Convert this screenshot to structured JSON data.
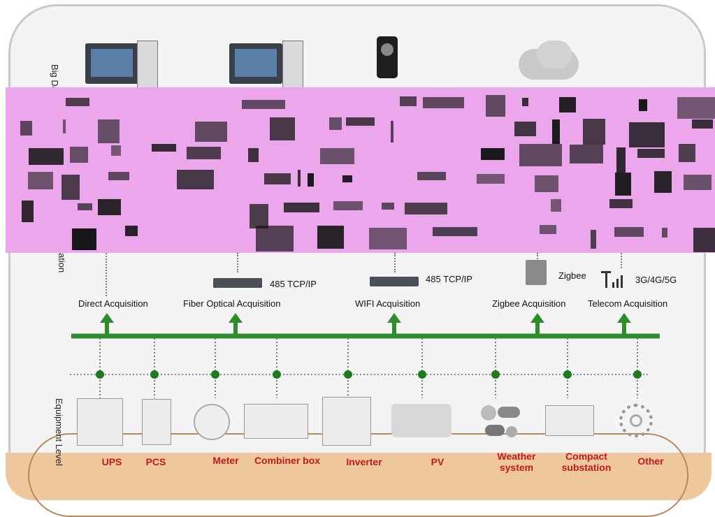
{
  "labels": {
    "big_data": "Big Da",
    "acquisition_level": "ation",
    "equipment_level": "Equipment Level"
  },
  "acquisition": [
    {
      "label": "Direct Acquisition"
    },
    {
      "label": "Fiber Optical Acquisition",
      "protocol": "485 TCP/IP"
    },
    {
      "label": "WIFI Acquisition",
      "protocol": "485 TCP/IP"
    },
    {
      "label": "Zigbee Acquisition",
      "protocol": "Zigbee"
    },
    {
      "label": "Telecom Acquisition",
      "protocol": "3G/4G/5G"
    }
  ],
  "equipment": [
    {
      "label": "UPS"
    },
    {
      "label": "PCS"
    },
    {
      "label": "Meter"
    },
    {
      "label": "Combiner box"
    },
    {
      "label": "Inverter"
    },
    {
      "label": "PV"
    },
    {
      "label": "Weather system"
    },
    {
      "label": "Compact substation"
    },
    {
      "label": "Other"
    }
  ],
  "colors": {
    "bus": "#2e8b2e",
    "node": "#1f7a1f",
    "glitch": "#eca7ec",
    "band": "#eec89c",
    "equipment_text": "#c0191f"
  }
}
